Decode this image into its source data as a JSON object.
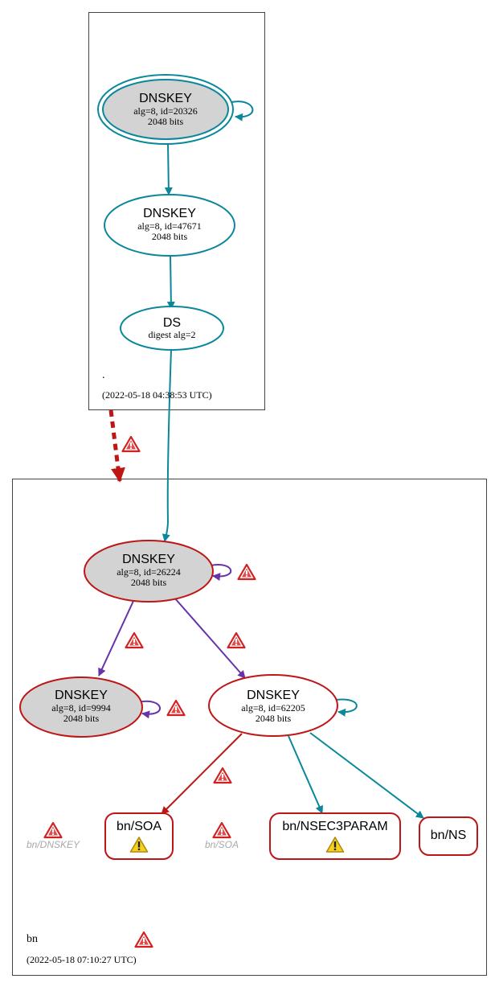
{
  "colors": {
    "teal": "#0a879a",
    "purple": "#6633aa",
    "red": "#be1515",
    "gray_fill": "#d3d3d3",
    "faded_text": "#a8a8a8",
    "warn_red": "#d02020",
    "warn_yellow": "#f4d21f"
  },
  "root_zone": {
    "name": ".",
    "timestamp": "(2022-05-18 04:38:53 UTC)",
    "ksk": {
      "title": "DNSKEY",
      "line1": "alg=8, id=20326",
      "line2": "2048 bits"
    },
    "zsk": {
      "title": "DNSKEY",
      "line1": "alg=8, id=47671",
      "line2": "2048 bits"
    },
    "ds": {
      "title": "DS",
      "line1": "digest alg=2"
    }
  },
  "bn_zone": {
    "name": "bn",
    "timestamp": "(2022-05-18 07:10:27 UTC)",
    "ksk": {
      "title": "DNSKEY",
      "line1": "alg=8, id=26224",
      "line2": "2048 bits"
    },
    "key9994": {
      "title": "DNSKEY",
      "line1": "alg=8, id=9994",
      "line2": "2048 bits"
    },
    "key62205": {
      "title": "DNSKEY",
      "line1": "alg=8, id=62205",
      "line2": "2048 bits"
    },
    "rrsets": {
      "soa": "bn/SOA",
      "nsec3param": "bn/NSEC3PARAM",
      "ns": "bn/NS"
    },
    "missing": {
      "dnskey": "bn/DNSKEY",
      "soa": "bn/SOA"
    }
  }
}
